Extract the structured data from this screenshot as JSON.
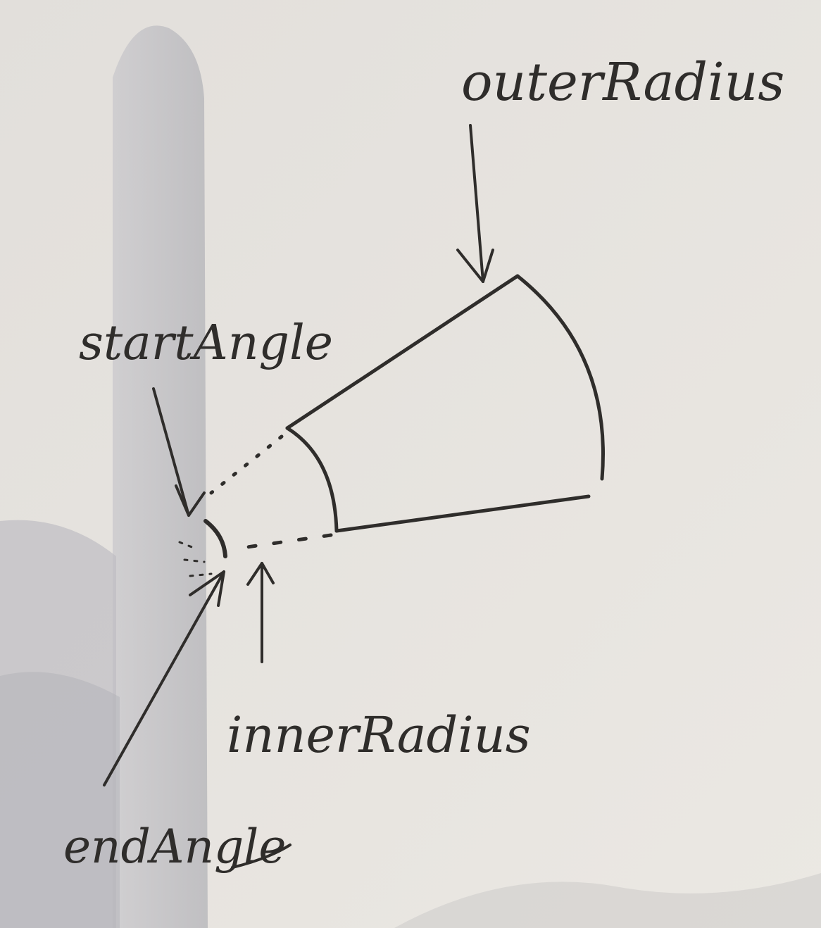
{
  "labels": {
    "outer_radius": "outerRadius",
    "start_angle": "startAngle",
    "inner_radius": "innerRadius",
    "end_angle": "endAngle"
  },
  "colors": {
    "paper": "#e9e6e1",
    "ink": "#2f2d2b",
    "shadow": "#bdbcc0"
  }
}
